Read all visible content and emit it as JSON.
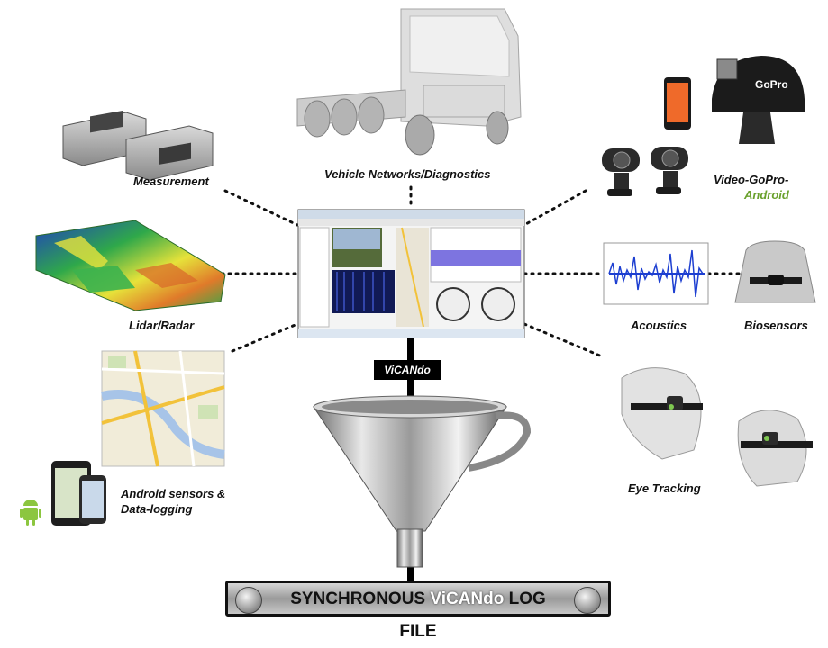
{
  "labels": {
    "measurement": "Measurement",
    "vehicle_networks": "Vehicle Networks/Diagnostics",
    "video_line1": "Video-GoPro-",
    "video_line2": "Android",
    "lidar": "Lidar/Radar",
    "acoustics": "Acoustics",
    "biosensors": "Biosensors",
    "android_line1": "Android sensors &",
    "android_line2": "Data-logging",
    "eye_tracking": "Eye Tracking",
    "vicando_tag": "ViCANdo"
  },
  "log_file": {
    "prefix": "SYNCHRONOUS ",
    "accent": "ViCANdo",
    "suffix": " LOG FILE"
  },
  "colors": {
    "accent_green": "#6aa12d",
    "signal_blue": "#1d3fd1",
    "highlight_row": "#7d74e0"
  }
}
